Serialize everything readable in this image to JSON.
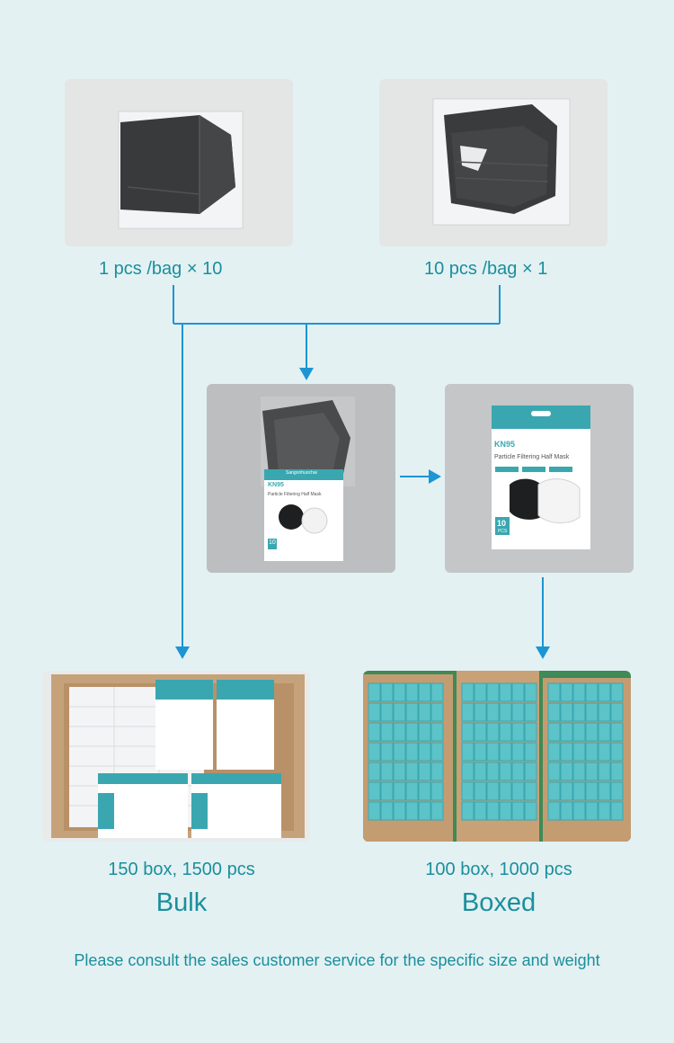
{
  "top_left_label": "1 pcs /bag  ×  10",
  "top_right_label": "10 pcs /bag  ×  1",
  "box_brand": "Sangonhuochai",
  "box_model": "KN95",
  "box_product": "Particle Filtering Half Mask",
  "box_count": "10",
  "box_count_unit": "PCS",
  "bulk_count": "150 box, 1500 pcs",
  "bulk_title": "Bulk",
  "boxed_count": "100 box, 1000 pcs",
  "boxed_title": "Boxed",
  "footer_note": "Please consult the sales customer service for the specific size and weight",
  "colors": {
    "accent": "#1a8f9c",
    "arrow": "#1d95d3",
    "background": "#e3f1f3",
    "box_teal": "#3aa7b0"
  }
}
